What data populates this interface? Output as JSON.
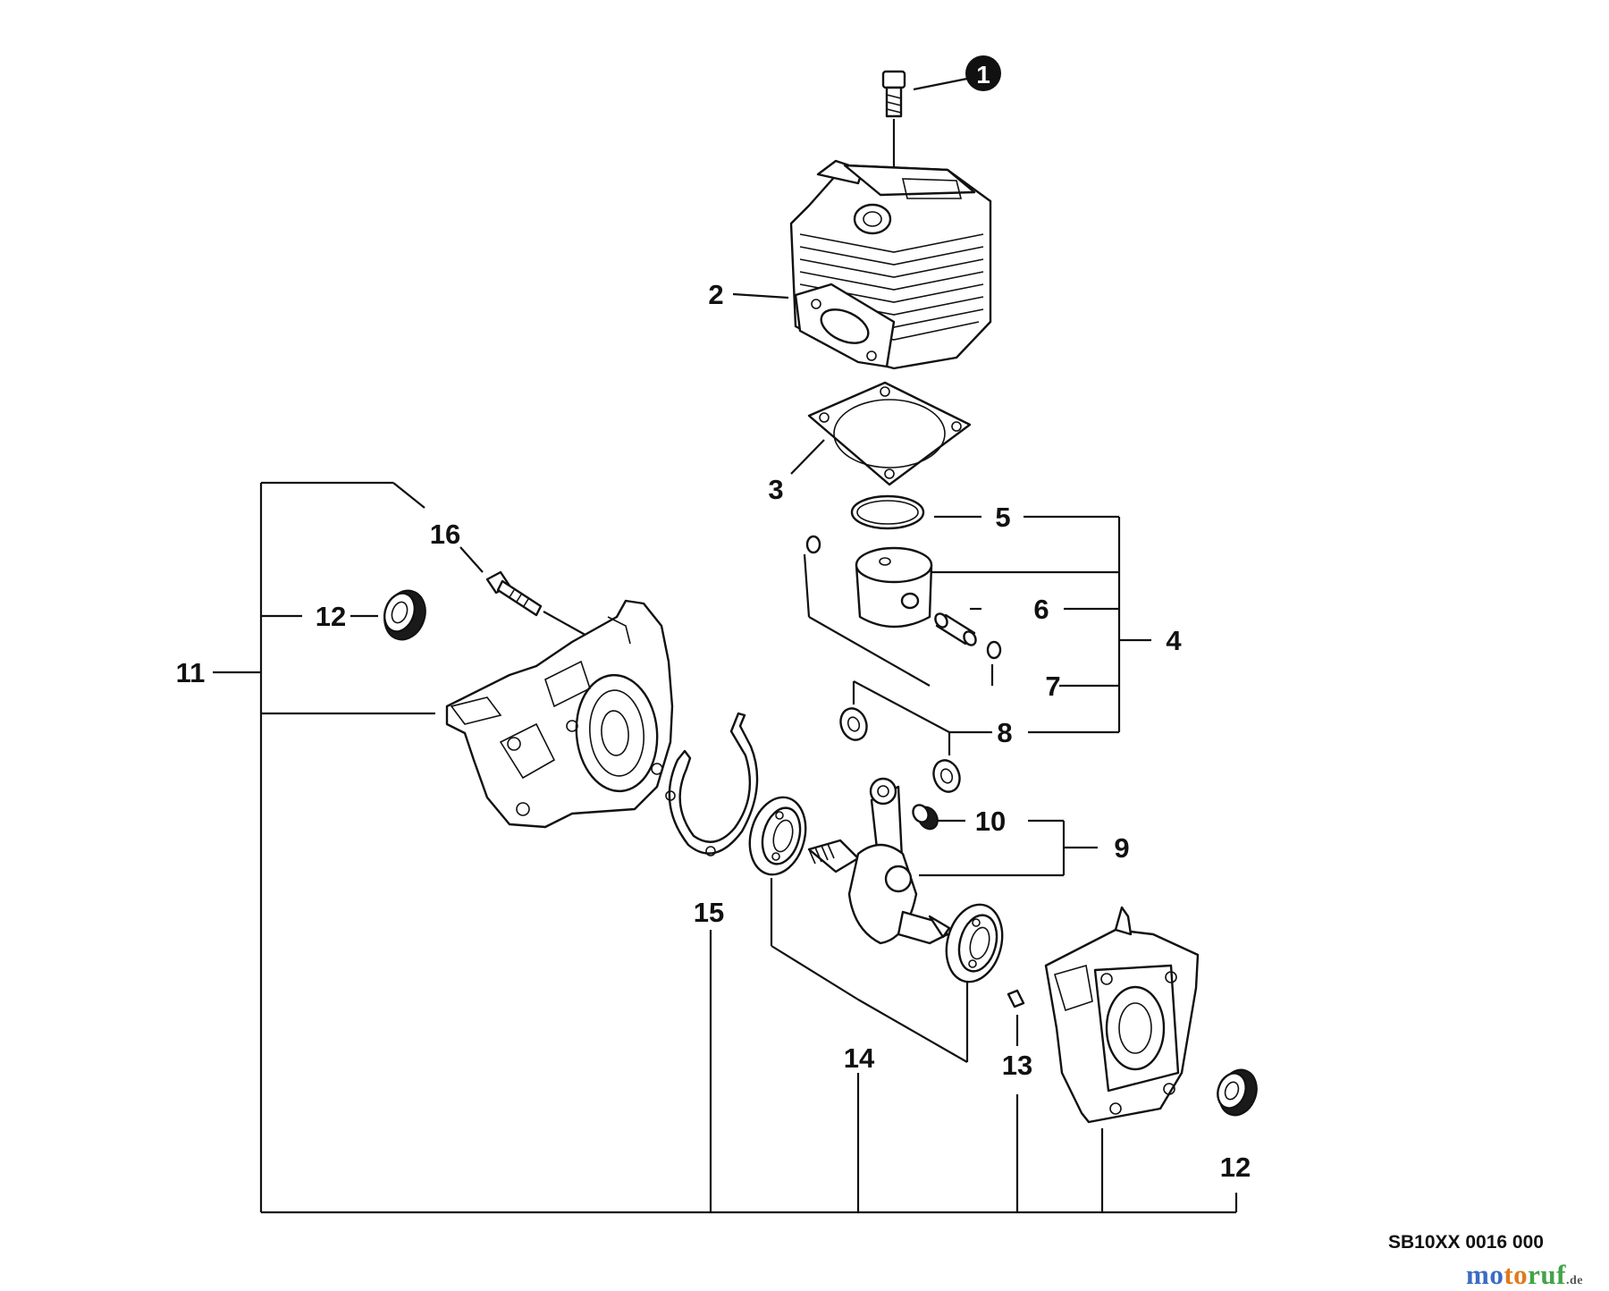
{
  "diagram": {
    "callouts": {
      "c1": "1",
      "c2": "2",
      "c3": "3",
      "c4": "4",
      "c5": "5",
      "c6": "6",
      "c7": "7",
      "c8": "8",
      "c9": "9",
      "c10": "10",
      "c11": "11",
      "c12a": "12",
      "c12b": "12",
      "c13": "13",
      "c14": "14",
      "c15": "15",
      "c16": "16"
    },
    "drawing_code": "SB10XX 0016 000",
    "watermark": {
      "part1": "mo",
      "part2": "to",
      "part3": "ruf",
      "tld": ".de"
    }
  }
}
